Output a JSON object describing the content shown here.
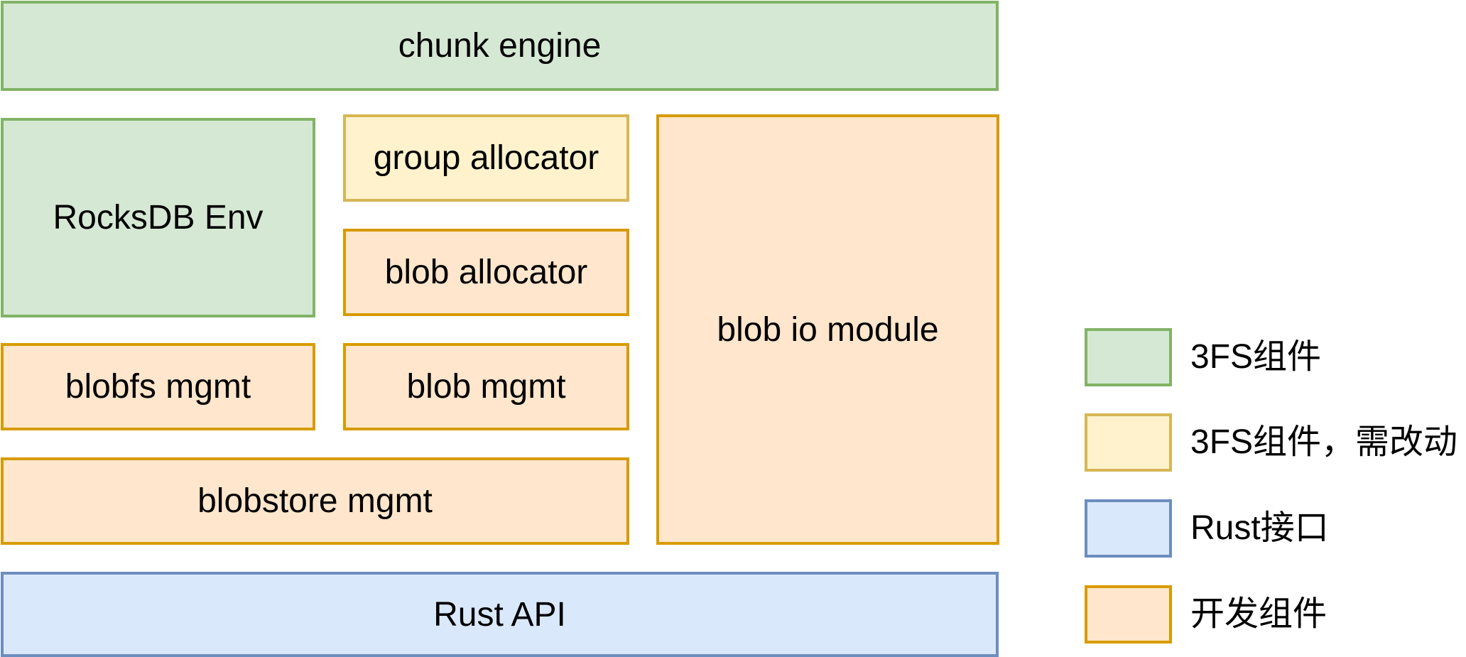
{
  "colors": {
    "green_fill": "#d5e8d4",
    "green_border": "#82b366",
    "yellow_fill": "#fff2cc",
    "yellow_border": "#d6b656",
    "blue_fill": "#dae8fc",
    "blue_border": "#6c8ebf",
    "orange_fill": "#ffe6cc",
    "orange_border": "#d79b00"
  },
  "blocks": {
    "chunk_engine": "chunk engine",
    "rocksdb_env": "RocksDB Env",
    "group_allocator": "group allocator",
    "blob_allocator": "blob allocator",
    "blobfs_mgmt": "blobfs mgmt",
    "blob_mgmt": "blob mgmt",
    "blobstore_mgmt": "blobstore mgmt",
    "blob_io_module": "blob io module",
    "rust_api": "Rust API"
  },
  "legend": [
    {
      "label": "3FS组件",
      "color": "green"
    },
    {
      "label": "3FS组件，需改动",
      "color": "yellow"
    },
    {
      "label": "Rust接口",
      "color": "blue"
    },
    {
      "label": "开发组件",
      "color": "orange"
    }
  ]
}
